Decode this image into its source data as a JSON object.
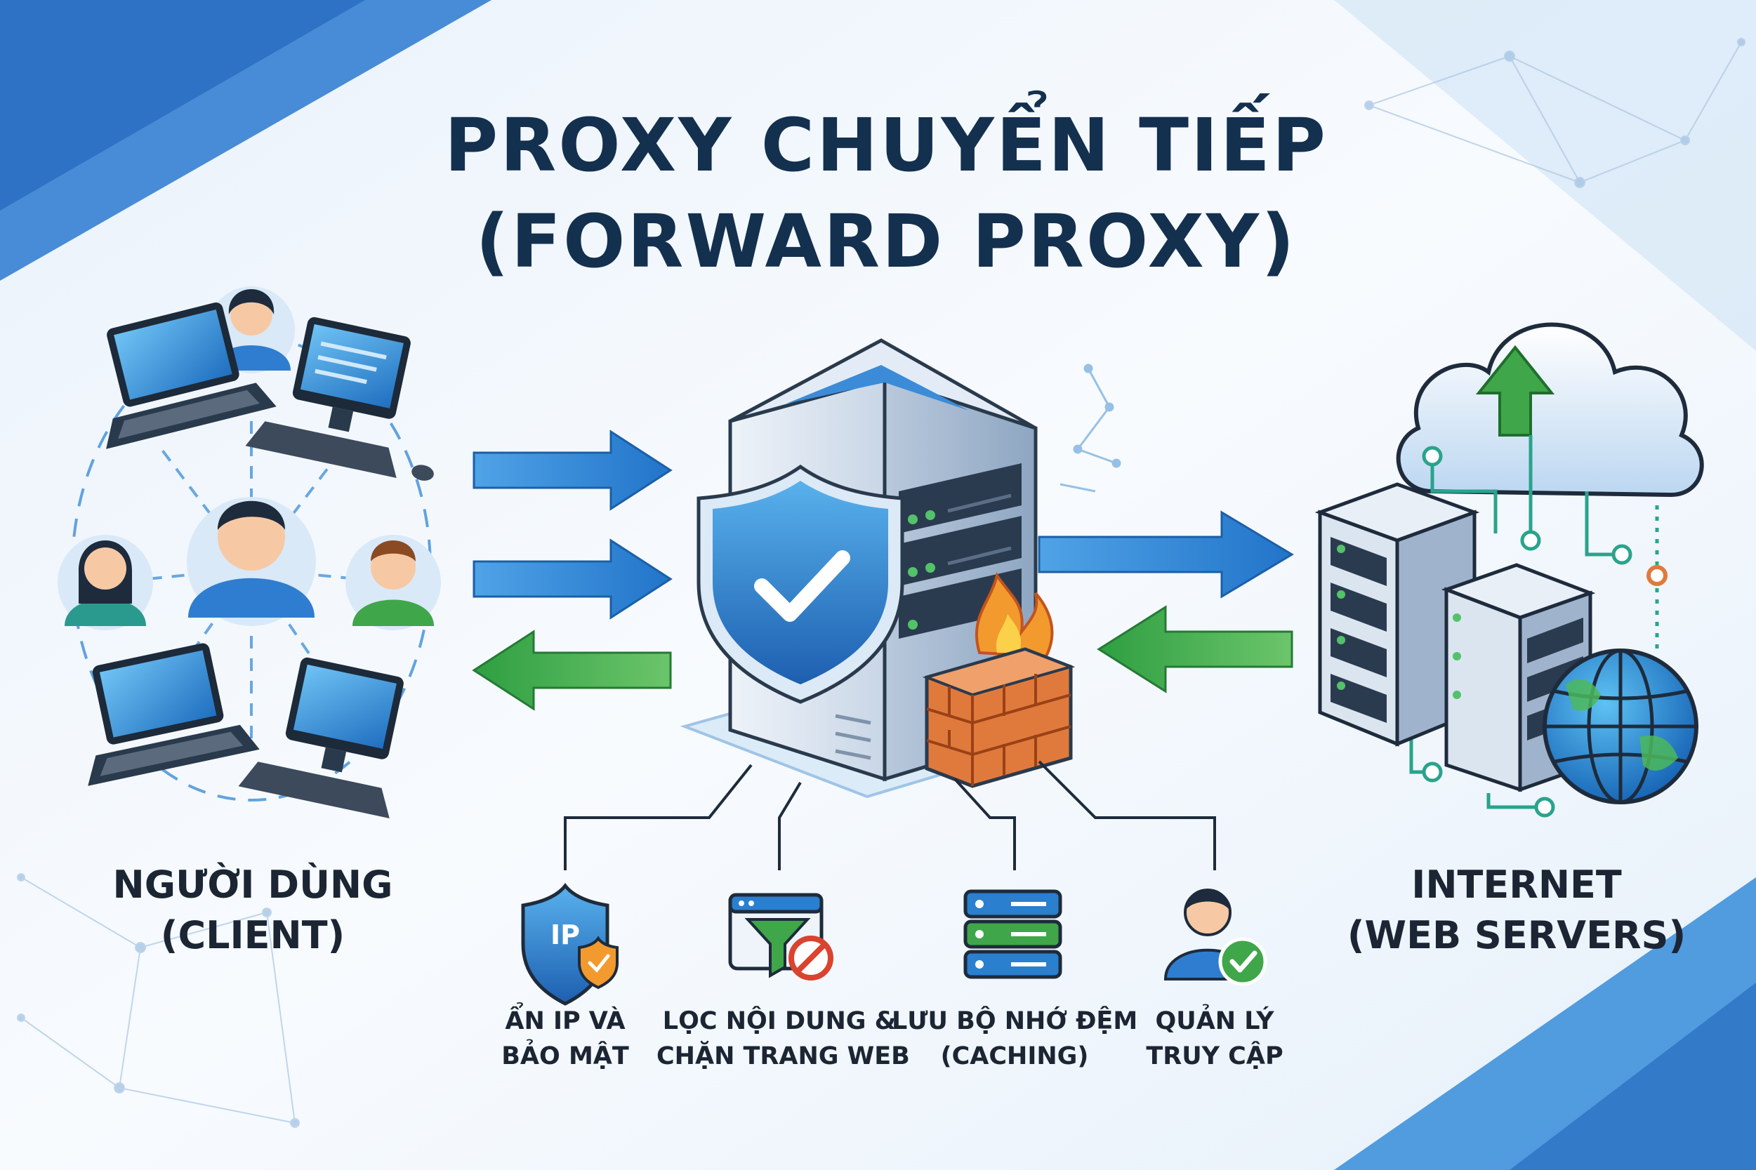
{
  "title": {
    "line1": "PROXY CHUYỂN TIẾP",
    "line2": "(FORWARD PROXY)"
  },
  "client": {
    "line1": "NGƯỜI DÙNG",
    "line2": "(CLIENT)"
  },
  "internet": {
    "line1": "INTERNET",
    "line2": "(WEB SERVERS)"
  },
  "features": [
    {
      "icon": "ip-shield-icon",
      "line1": "ẨN IP VÀ",
      "line2": "BẢO MẬT"
    },
    {
      "icon": "filter-block-icon",
      "line1": "LỌC NỘI DUNG &",
      "line2": "CHẶN TRANG WEB"
    },
    {
      "icon": "server-cache-icon",
      "line1": "LƯU BỘ NHỚ ĐỆM",
      "line2": "(CACHING)"
    },
    {
      "icon": "user-check-icon",
      "line1": "QUẢN LÝ",
      "line2": "TRUY CẬP"
    }
  ],
  "shield_badge_text": "IP",
  "colors": {
    "navy": "#14304f",
    "blue_arrow": "#2f86d6",
    "green_arrow": "#3cad4c",
    "brick": "#e07a3c",
    "flame": "#f29a2e",
    "shield": "#2a7fcf",
    "background": "#f4f8fd"
  }
}
